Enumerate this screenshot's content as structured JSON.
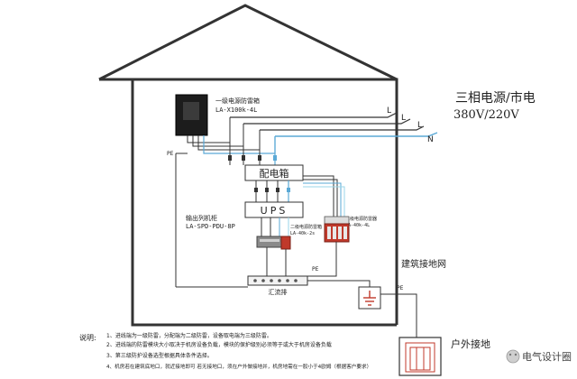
{
  "title": {
    "line1": "三相电源/市电",
    "line2": "380V/220V"
  },
  "phases": {
    "l1": "L",
    "l2": "L",
    "l3": "L",
    "n": "N"
  },
  "spd_box": {
    "name": "一级电源防雷箱",
    "model": "LA-X100k-4L"
  },
  "pe_labels": {
    "left": "PE",
    "bottom": "PE",
    "right": "PE"
  },
  "distribution_box": "配电箱",
  "ups": "UPS",
  "output_device": {
    "name": "输出列机柜",
    "model": "LA-SPD-PDU-8P"
  },
  "secondary_spd": {
    "name": "二级电源防雷箱",
    "model": "LA-40k-2s"
  },
  "tertiary_spd": {
    "name": "三级电源防雷器",
    "model": "LA-40k-4L"
  },
  "busbar": "汇流排",
  "building_ground": "建筑接地网",
  "outdoor_ground": "户外接地",
  "notes": {
    "heading": "说明:",
    "items": [
      "1、进线端为一级防雷，分配端为二级防雷，设备取电端为三级防雷。",
      "2、进线端的防雷模块大小取决于机房设备负载，模块的保护级别必须等于或大于机房设备负载",
      "3、第三级防护设备选型根据具体条件选择。",
      "4、机房若在建筑底地口，就近接地即可 若无接地口，须在户外做接地并，机房地需在一股小于4欧姆（根据客户要求）"
    ]
  },
  "watermark": "电气设计圈",
  "colors": {
    "line": "#333333",
    "blue_wire": "#5aa9d6",
    "cyan_wire": "#9ad6e8",
    "red_device": "#c0392b"
  }
}
